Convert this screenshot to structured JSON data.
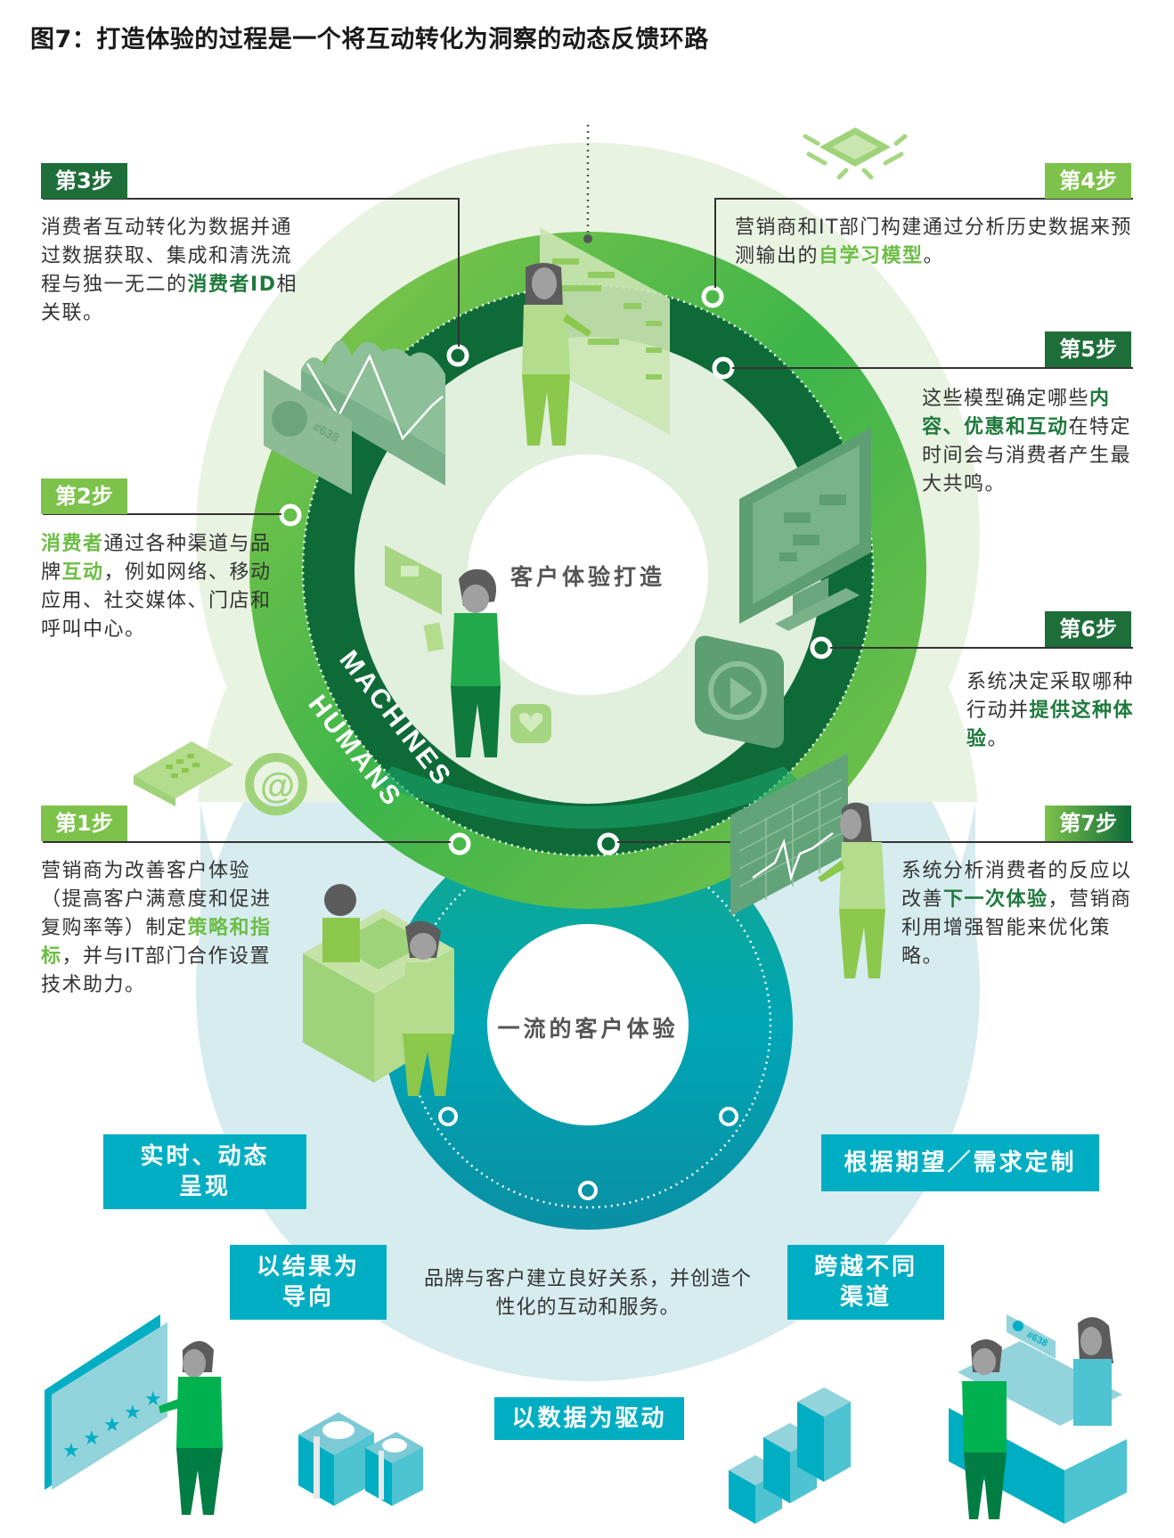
{
  "title": "图7：打造体验的过程是一个将互动转化为洞察的动态反馈环路",
  "loop": {
    "upper_center_label": "客户体验打造",
    "lower_center_label": "一流的客户体验",
    "band_labels": {
      "outer": "HUMANS",
      "inner": "MACHINES"
    }
  },
  "steps": [
    {
      "id": 1,
      "label": "第1步",
      "header_color": "#7dc24b",
      "segments": [
        {
          "text": "营销商为改善客户体验（提高客户满意度和促进复购率等）制定",
          "style": "normal"
        },
        {
          "text": "策略和指标",
          "style": "light"
        },
        {
          "text": "，并与IT部门合作设置技术助力。",
          "style": "normal"
        }
      ]
    },
    {
      "id": 2,
      "label": "第2步",
      "header_color": "#7dc24b",
      "segments": [
        {
          "text": "消费者",
          "style": "light"
        },
        {
          "text": "通过各种渠道与品牌",
          "style": "normal"
        },
        {
          "text": "互动",
          "style": "light"
        },
        {
          "text": "，例如网络、移动应用、社交媒体、门店和呼叫中心。",
          "style": "normal"
        }
      ]
    },
    {
      "id": 3,
      "label": "第3步",
      "header_color": "#1e6e3a",
      "segments": [
        {
          "text": "消费者互动转化为数据并通过数据获取、集成和清洗流程与独一无二的",
          "style": "normal"
        },
        {
          "text": "消费者ID",
          "style": "dark"
        },
        {
          "text": "相关联。",
          "style": "normal"
        }
      ]
    },
    {
      "id": 4,
      "label": "第4步",
      "header_color": "#7dc24b",
      "segments": [
        {
          "text": "营销商和IT部门构建通过分析历史数据来预测输出的",
          "style": "normal"
        },
        {
          "text": "自学习模型",
          "style": "light"
        },
        {
          "text": "。",
          "style": "normal"
        }
      ]
    },
    {
      "id": 5,
      "label": "第5步",
      "header_color": "#1e6e3a",
      "segments": [
        {
          "text": "这些模型确定哪些",
          "style": "normal"
        },
        {
          "text": "内容、优惠和互动",
          "style": "dark"
        },
        {
          "text": "在特定时间会与消费者产生最大共鸣。",
          "style": "normal"
        }
      ]
    },
    {
      "id": 6,
      "label": "第6步",
      "header_color": "#1e6e3a",
      "segments": [
        {
          "text": "系统决定采取哪种行动并",
          "style": "normal"
        },
        {
          "text": "提供这种体验",
          "style": "dark"
        },
        {
          "text": "。",
          "style": "normal"
        }
      ]
    },
    {
      "id": 7,
      "label": "第7步",
      "header_color": "#3a9a45",
      "segments": [
        {
          "text": "系统分析消费者的反应以改善",
          "style": "normal"
        },
        {
          "text": "下一次体验",
          "style": "dark"
        },
        {
          "text": "，营销商利用增强智能来优化策略。",
          "style": "normal"
        }
      ]
    }
  ],
  "outcomes": {
    "realtime": "实时、动态呈现",
    "customized": "根据期望／需求定制",
    "results": "以结果为导向",
    "channels": "跨越不同渠道",
    "data_driven": "以数据为驱动",
    "description": "品牌与客户建立良好关系，并创造个性化的互动和服务。"
  },
  "illustrations": {
    "id_card_text": "#638",
    "counter_card_text": "#638",
    "icons": [
      "chip-icon",
      "dashboard-screen-icon",
      "chart-card-icon",
      "monitor-flowchart-icon",
      "play-video-icon",
      "chat-bubble-icon",
      "heart-bubble-icon",
      "phone-icon",
      "at-sign-icon",
      "line-chart-screen-icon",
      "desk-icon",
      "rating-stars-icon",
      "gift-boxes-icon",
      "bar-blocks-icon",
      "service-counter-icon"
    ]
  },
  "colors": {
    "dark_green": "#1e6e3a",
    "light_green": "#7dc24b",
    "teal": "#00aec3",
    "pale_green_bg": "#e6f1df",
    "pale_teal_bg": "#d3ebef"
  }
}
